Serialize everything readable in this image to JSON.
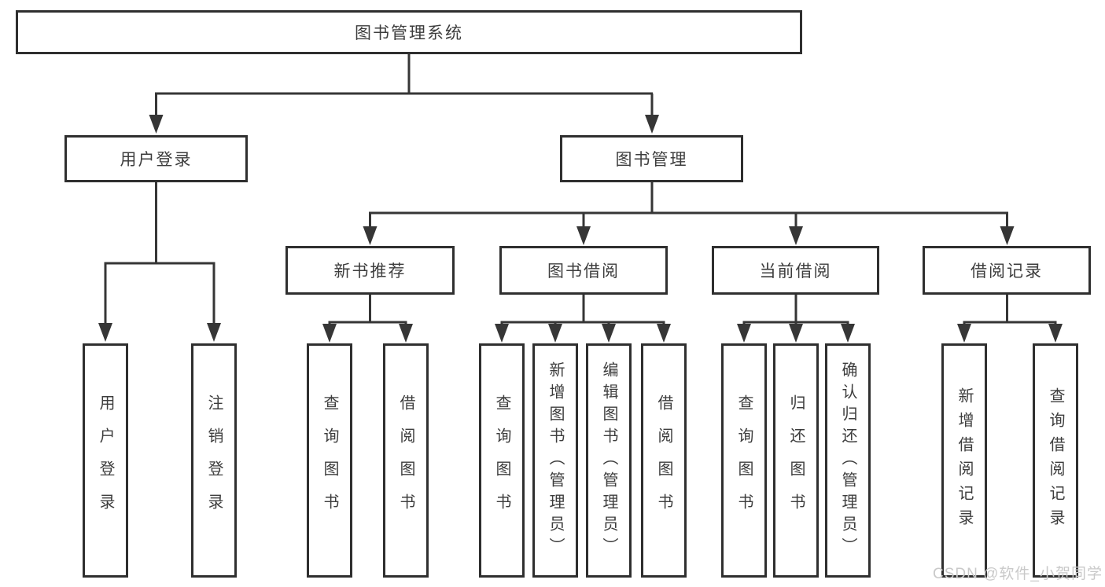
{
  "nodes": {
    "root": {
      "label": "图书管理系统"
    },
    "user_login": {
      "label": "用户登录"
    },
    "book_mgmt": {
      "label": "图书管理"
    },
    "new_book_rec": {
      "label": "新书推荐"
    },
    "book_borrow": {
      "label": "图书借阅"
    },
    "current_borrow": {
      "label": "当前借阅"
    },
    "borrow_records": {
      "label": "借阅记录"
    },
    "leaf_user_login": {
      "label": "用户登录"
    },
    "leaf_logout": {
      "label": "注销登录"
    },
    "leaf_query_book_rec": {
      "label": "查询图书"
    },
    "leaf_borrow_book_rec": {
      "label": "借阅图书"
    },
    "leaf_query_book_borrow": {
      "label": "查询图书"
    },
    "leaf_add_book": {
      "label": "新增图书（管理员）"
    },
    "leaf_edit_book": {
      "label": "编辑图书（管理员）"
    },
    "leaf_borrow_book_borrow": {
      "label": "借阅图书"
    },
    "leaf_query_book_current": {
      "label": "查询图书"
    },
    "leaf_return_book": {
      "label": "归还图书"
    },
    "leaf_confirm_return": {
      "label": "确认归还（管理员）"
    },
    "leaf_add_borrow_record": {
      "label": "新增借阅记录"
    },
    "leaf_query_borrow_record": {
      "label": "查询借阅记录"
    }
  },
  "watermark": {
    "text": "CSDN @软件_小贺同学"
  },
  "colors": {
    "ink": "#363636",
    "watermark": "#c9c9c9",
    "background": "#ffffff"
  }
}
